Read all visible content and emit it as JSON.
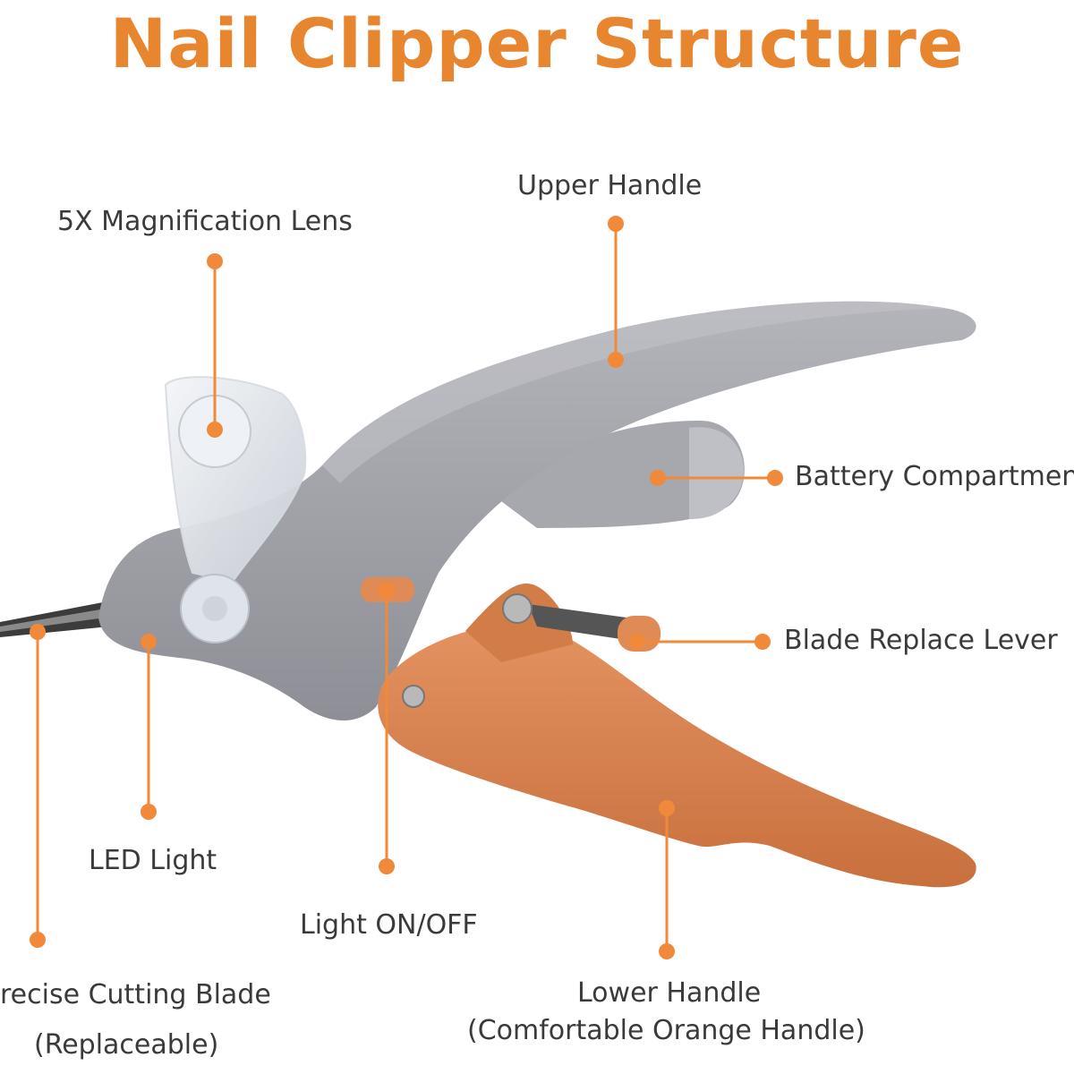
{
  "title": "Nail Clipper Structure",
  "colors": {
    "accent": "#e8862f",
    "grey_body": "#9e9ea6",
    "orange_handle": "#d9804a"
  },
  "labels": {
    "magnification_lens": "5X Magnification Lens",
    "upper_handle": "Upper Handle",
    "battery_compartment": "Battery Compartmen",
    "blade_replace_lever": "Blade Replace Lever",
    "led_light": "LED Light",
    "light_switch": "Light ON/OFF",
    "cutting_blade_line1": "recise Cutting Blade",
    "cutting_blade_line2": "(Replaceable)",
    "lower_handle_line1": "Lower Handle",
    "lower_handle_line2": "(Comfortable Orange Handle)"
  }
}
